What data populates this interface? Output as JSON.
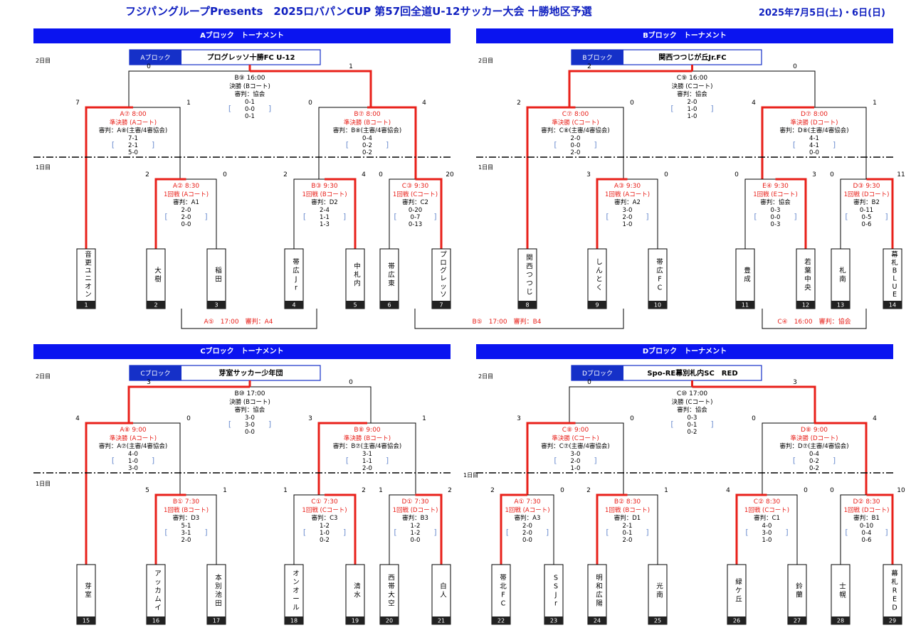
{
  "header": {
    "title": "フジパングループPresents　2025ロバパンCUP 第57回全道U-12サッカー大会 十勝地区予選",
    "date": "2025年7月5日(土)・6日(日)"
  },
  "colors": {
    "bar": "#0a14f0",
    "win": "#e8201a",
    "line": "#000000",
    "label": "#1530c8"
  },
  "day_labels": {
    "day2": "2日目",
    "day1": "1日目"
  },
  "blocks": [
    {
      "key": "A",
      "bar_title": "Aブロック　トーナメント",
      "label": "Aブロック",
      "champion": "プログレッソ十勝FC U-12",
      "final": {
        "code": "B⑨ 16:00",
        "title": "決勝 (Bコート)",
        "ref": "審判：協会",
        "scores": [
          "0-1",
          "0-0",
          "0-1"
        ],
        "left": "0",
        "right": "1",
        "win": "R"
      },
      "semis": [
        {
          "code": "A⑦ 8:00",
          "title": "準決勝 (Aコート)",
          "ref": "審判：A⑧(主審/4審協会)",
          "scores": [
            "7-1",
            "2-1",
            "5-0"
          ],
          "left": "7",
          "right": "1",
          "win": "L"
        },
        {
          "code": "B⑦ 8:00",
          "title": "準決勝 (Bコート)",
          "ref": "審判：B⑧(主審/4審協会)",
          "scores": [
            "0-4",
            "0-2",
            "0-2"
          ],
          "left": "0",
          "right": "4",
          "win": "R"
        }
      ],
      "r1": [
        {
          "code": "A② 8:30",
          "title": "1回戦 (Aコート)",
          "ref": "審判：A1",
          "scores": [
            "2-0",
            "2-0",
            "0-0"
          ],
          "left": "2",
          "right": "0",
          "win": "L"
        },
        {
          "code": "B③ 9:30",
          "title": "1回戦 (Bコート)",
          "ref": "審判：D2",
          "scores": [
            "2-4",
            "1-1",
            "1-3"
          ],
          "left": "2",
          "right": "4",
          "win": "R"
        },
        {
          "code": "C③ 9:30",
          "title": "1回戦 (Cコート)",
          "ref": "審判：C2",
          "scores": [
            "0-20",
            "0-7",
            "0-13"
          ],
          "left": "0",
          "right": "20",
          "win": "R"
        }
      ],
      "teams": [
        {
          "name": "音更ユニオン",
          "no": "1"
        },
        {
          "name": "大樹",
          "no": "2"
        },
        {
          "name": "稲田",
          "no": "3"
        },
        {
          "name": "帯広Jr",
          "no": "4"
        },
        {
          "name": "中札内",
          "no": "5"
        },
        {
          "name": "帯広東",
          "no": "6"
        },
        {
          "name": "プログレッソ",
          "no": "7"
        }
      ]
    },
    {
      "key": "B",
      "bar_title": "Bブロック　トーナメント",
      "label": "Bブロック",
      "champion": "関西つつじが丘Jr.FC",
      "final": {
        "code": "C⑨ 16:00",
        "title": "決勝 (Cコート)",
        "ref": "審判：協会",
        "scores": [
          "2-0",
          "1-0",
          "1-0"
        ],
        "left": "2",
        "right": "0",
        "win": "L"
      },
      "semis": [
        {
          "code": "C⑦ 8:00",
          "title": "準決勝 (Cコート)",
          "ref": "審判：C⑧(主審/4審協会)",
          "scores": [
            "2-0",
            "0-0",
            "2-0"
          ],
          "left": "2",
          "right": "0",
          "win": "L"
        },
        {
          "code": "D⑦ 8:00",
          "title": "準決勝 (Dコート)",
          "ref": "審判：D⑧(主審/4審協会)",
          "scores": [
            "4-1",
            "4-1",
            "0-0"
          ],
          "left": "4",
          "right": "1",
          "win": "L"
        }
      ],
      "r1": [
        {
          "code": "A③ 9:30",
          "title": "1回戦 (Aコート)",
          "ref": "審判：A2",
          "scores": [
            "3-0",
            "2-0",
            "1-0"
          ],
          "left": "3",
          "right": "0",
          "win": "L"
        },
        {
          "code": "E④ 9:30",
          "title": "1回戦 (Eコート)",
          "ref": "審判：協会",
          "scores": [
            "0-3",
            "0-0",
            "0-3"
          ],
          "left": "0",
          "right": "3",
          "win": "R"
        },
        {
          "code": "D③ 9:30",
          "title": "1回戦 (Dコート)",
          "ref": "審判：B2",
          "scores": [
            "0-11",
            "0-5",
            "0-6"
          ],
          "left": "0",
          "right": "11",
          "win": "R"
        }
      ],
      "teams": [
        {
          "name": "関西つつじ",
          "no": "8"
        },
        {
          "name": "しんとく",
          "no": "9"
        },
        {
          "name": "帯広FC",
          "no": "10"
        },
        {
          "name": "豊成",
          "no": "11"
        },
        {
          "name": "若葉中央",
          "no": "12"
        },
        {
          "name": "札南",
          "no": "13"
        },
        {
          "name": "幕札BLUE",
          "no": "14"
        }
      ]
    },
    {
      "key": "C",
      "bar_title": "Cブロック　トーナメント",
      "label": "Cブロック",
      "champion": "芽室サッカー少年団",
      "final": {
        "code": "B⑩ 17:00",
        "title": "決勝 (Bコート)",
        "ref": "審判：協会",
        "scores": [
          "3-0",
          "3-0",
          "0-0"
        ],
        "left": "3",
        "right": "0",
        "win": "L"
      },
      "semis": [
        {
          "code": "A⑧ 9:00",
          "title": "準決勝 (Aコート)",
          "ref": "審判：A⑦(主審/4審協会)",
          "scores": [
            "4-0",
            "1-0",
            "3-0"
          ],
          "left": "4",
          "right": "0",
          "win": "L"
        },
        {
          "code": "B⑧ 9:00",
          "title": "準決勝 (Bコート)",
          "ref": "審判：B⑦(主審/4審協会)",
          "scores": [
            "3-1",
            "1-1",
            "2-0"
          ],
          "left": "3",
          "right": "1",
          "win": "L"
        }
      ],
      "r1": [
        {
          "code": "B① 7:30",
          "title": "1回戦 (Bコート)",
          "ref": "審判：D3",
          "scores": [
            "5-1",
            "3-1",
            "2-0"
          ],
          "left": "5",
          "right": "1",
          "win": "L"
        },
        {
          "code": "C① 7:30",
          "title": "1回戦 (Cコート)",
          "ref": "審判：C3",
          "scores": [
            "1-2",
            "1-0",
            "0-2"
          ],
          "left": "1",
          "right": "2",
          "win": "R"
        },
        {
          "code": "D① 7:30",
          "title": "1回戦 (Dコート)",
          "ref": "審判：B3",
          "scores": [
            "1-2",
            "1-2",
            "0-0"
          ],
          "left": "1",
          "right": "2",
          "win": "R"
        }
      ],
      "teams": [
        {
          "name": "芽室",
          "no": "15"
        },
        {
          "name": "アッカムイ",
          "no": "16"
        },
        {
          "name": "本別池田",
          "no": "17"
        },
        {
          "name": "オンオール",
          "no": "18"
        },
        {
          "name": "清水",
          "no": "19"
        },
        {
          "name": "西帯大空",
          "no": "20"
        },
        {
          "name": "白人",
          "no": "21"
        }
      ]
    },
    {
      "key": "D",
      "bar_title": "Dブロック　トーナメント",
      "label": "Dブロック",
      "champion": "Spo-RE幕別札内SC　RED",
      "final": {
        "code": "C⑩ 17:00",
        "title": "決勝 (Cコート)",
        "ref": "審判：協会",
        "scores": [
          "0-3",
          "0-1",
          "0-2"
        ],
        "left": "0",
        "right": "3",
        "win": "R"
      },
      "semis": [
        {
          "code": "C⑧ 9:00",
          "title": "準決勝 (Cコート)",
          "ref": "審判：C⑦(主審/4審協会)",
          "scores": [
            "3-0",
            "2-0",
            "1-0"
          ],
          "left": "3",
          "right": "0",
          "win": "L"
        },
        {
          "code": "D⑧ 9:00",
          "title": "準決勝 (Dコート)",
          "ref": "審判：D⑦(主審/4審協会)",
          "scores": [
            "0-4",
            "0-2",
            "0-2"
          ],
          "left": "0",
          "right": "4",
          "win": "R"
        }
      ],
      "r1": [
        {
          "code": "A① 7:30",
          "title": "1回戦 (Aコート)",
          "ref": "審判：A3",
          "scores": [
            "2-0",
            "2-0",
            "0-0"
          ],
          "left": "2",
          "right": "0",
          "win": "L"
        },
        {
          "code": "B② 8:30",
          "title": "1回戦 (Bコート)",
          "ref": "審判：D1",
          "scores": [
            "2-1",
            "0-1",
            "2-0"
          ],
          "left": "2",
          "right": "1",
          "win": "L"
        },
        {
          "code": "C② 8:30",
          "title": "1回戦 (Cコート)",
          "ref": "審判：C1",
          "scores": [
            "4-0",
            "3-0",
            "1-0"
          ],
          "left": "4",
          "right": "0",
          "win": "L"
        },
        {
          "code": "D② 8:30",
          "title": "1回戦 (Dコート)",
          "ref": "審判：B1",
          "scores": [
            "0-10",
            "0-4",
            "0-6"
          ],
          "left": "0",
          "right": "10",
          "win": "R"
        }
      ],
      "teams": [
        {
          "name": "帯北FC",
          "no": "22"
        },
        {
          "name": "SSJr",
          "no": "23"
        },
        {
          "name": "明和広陽",
          "no": "24"
        },
        {
          "name": "光南",
          "no": "25"
        },
        {
          "name": "緑ケ丘",
          "no": "26"
        },
        {
          "name": "鈴蘭",
          "no": "27"
        },
        {
          "name": "士幌",
          "no": "28"
        },
        {
          "name": "幕札RED",
          "no": "29"
        }
      ]
    }
  ],
  "placement": [
    {
      "code": "A⑤",
      "time": "17:00",
      "ref": "審判：A4"
    },
    {
      "code": "B⑤",
      "time": "17:00",
      "ref": "審判：B4"
    },
    {
      "code": "C④",
      "time": "16:00",
      "ref": "審判：協会"
    }
  ]
}
